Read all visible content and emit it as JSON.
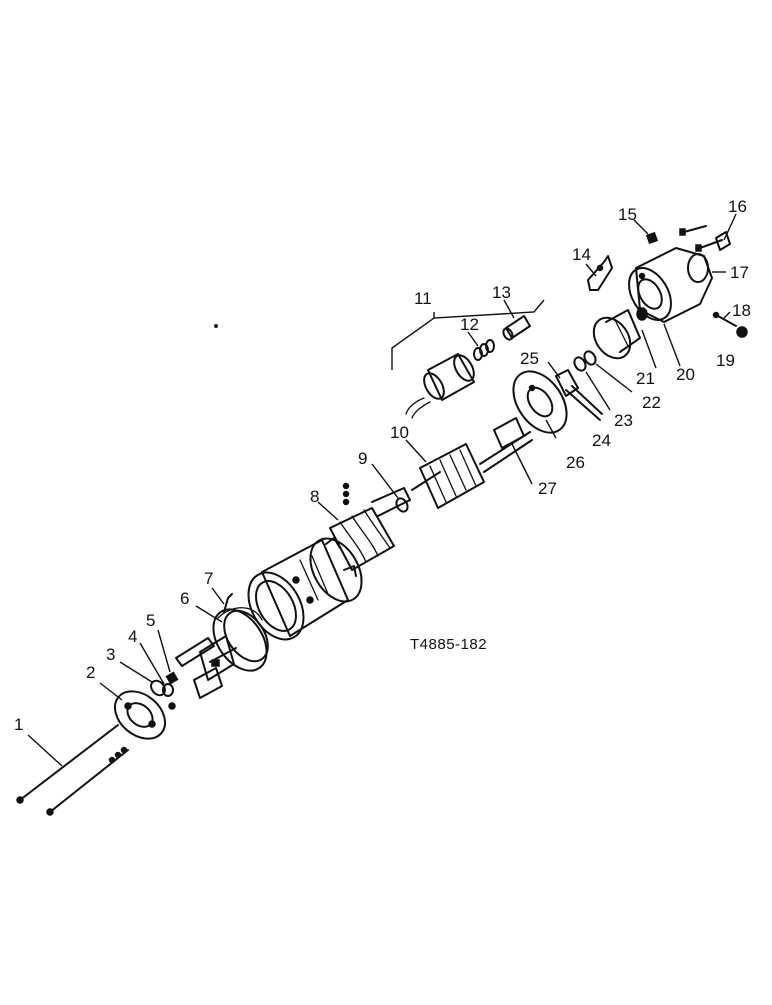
{
  "drawing_code": "T4885-182",
  "callouts": [
    "1",
    "2",
    "3",
    "4",
    "5",
    "6",
    "7",
    "8",
    "9",
    "10",
    "11",
    "12",
    "13",
    "14",
    "15",
    "16",
    "17",
    "18",
    "19",
    "20",
    "21",
    "22",
    "23",
    "24",
    "25",
    "26",
    "27"
  ]
}
